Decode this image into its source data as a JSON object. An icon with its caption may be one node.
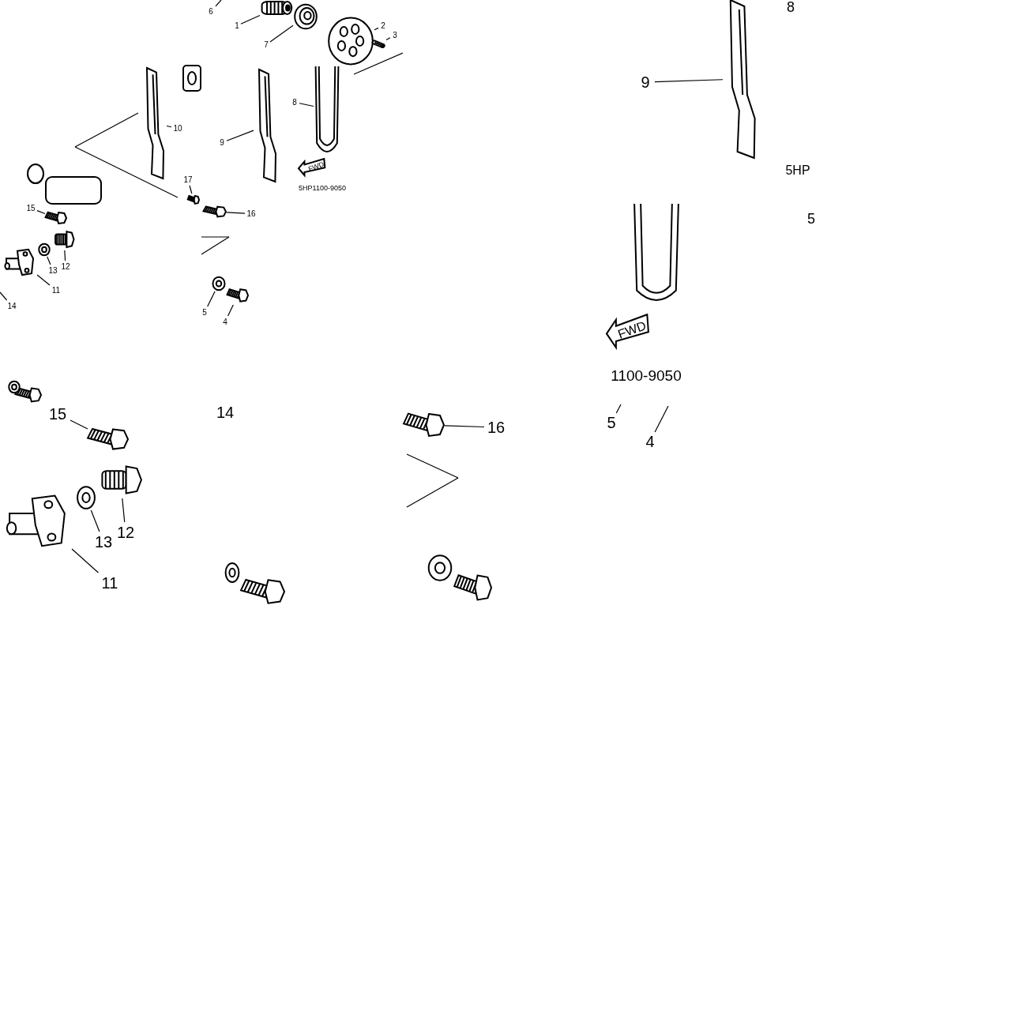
{
  "diagram": {
    "nodes": [
      {
        "text": [
          "6"
        ]
      },
      {
        "text": [
          "1"
        ]
      },
      {
        "text": [],
        "shape": "picture"
      },
      {
        "text": [
          "7"
        ]
      },
      {
        "text": [],
        "shape": "picture"
      },
      {
        "text": [
          "2"
        ]
      },
      {
        "text": [],
        "shape": "picture"
      },
      {
        "text": [
          "3"
        ]
      },
      {
        "text": [],
        "shape": "picture"
      },
      {
        "text": [
          "8"
        ]
      },
      {
        "text": [],
        "shape": "picture"
      },
      {
        "text": [
          "9"
        ]
      },
      {
        "text": [],
        "shape": "picture"
      },
      {
        "text": [
          "10"
        ]
      },
      {
        "text": [],
        "shape": "picture"
      },
      {
        "text": [
          "17"
        ]
      },
      {
        "text": [],
        "shape": "picture"
      },
      {
        "text": [
          "16"
        ]
      },
      {
        "text": [],
        "shape": "picture"
      },
      {
        "text": [
          "FWD"
        ]
      },
      {
        "text": [
          "15"
        ]
      },
      {
        "text": [],
        "shape": "picture"
      },
      {
        "text": [
          "12"
        ]
      },
      {
        "text": [],
        "shape": "picture"
      },
      {
        "text": [
          "13"
        ]
      },
      {
        "text": [],
        "shape": "picture"
      },
      {
        "text": [
          "11"
        ]
      },
      {
        "text": [],
        "shape": "picture"
      },
      {
        "text": [
          "14"
        ]
      },
      {
        "text": [
          "5"
        ]
      },
      {
        "text": [],
        "shape": "picture"
      },
      {
        "text": [
          "4"
        ]
      },
      {
        "text": [],
        "shape": "picture"
      },
      {
        "text": [
          "9"
        ]
      },
      {
        "text": [],
        "shape": "picture"
      },
      {
        "text": [
          "FWD"
        ]
      },
      {
        "text": [
          "5"
        ]
      },
      {
        "text": [
          "4"
        ]
      },
      {
        "text": [
          "16"
        ]
      },
      {
        "text": [],
        "shape": "picture"
      },
      {
        "text": [
          "15"
        ]
      },
      {
        "text": [],
        "shape": "picture"
      },
      {
        "text": [
          "12"
        ]
      },
      {
        "text": [],
        "shape": "picture"
      },
      {
        "text": [
          "13"
        ]
      },
      {
        "text": [],
        "shape": "picture"
      },
      {
        "text": [
          "11"
        ]
      },
      {
        "text": [],
        "shape": "picture"
      }
    ],
    "edges": [
      {
        "from": 0,
        "to": null,
        "arrow": "none"
      },
      {
        "from": 1,
        "to": 2,
        "arrow": "none"
      },
      {
        "from": 3,
        "to": 4,
        "arrow": "none"
      },
      {
        "from": 5,
        "to": 6,
        "arrow": "none"
      },
      {
        "from": 7,
        "to": 8,
        "arrow": "none"
      },
      {
        "from": 9,
        "to": 10,
        "arrow": "none"
      },
      {
        "from": 11,
        "to": 12,
        "arrow": "none"
      },
      {
        "from": 13,
        "to": 14,
        "arrow": "none"
      },
      {
        "from": 15,
        "to": 16,
        "arrow": "none"
      },
      {
        "from": 17,
        "to": 18,
        "arrow": "none"
      },
      {
        "from": 20,
        "to": 21,
        "arrow": "none"
      },
      {
        "from": 22,
        "to": 23,
        "arrow": "none"
      },
      {
        "from": 24,
        "to": 25,
        "arrow": "none"
      },
      {
        "from": 26,
        "to": 27,
        "arrow": "none"
      },
      {
        "from": 28,
        "to": null,
        "arrow": "none"
      },
      {
        "from": 29,
        "to": 30,
        "arrow": "none"
      },
      {
        "from": 31,
        "to": 32,
        "arrow": "none"
      },
      {
        "from": 33,
        "to": 34,
        "arrow": "none"
      },
      {
        "from": 36,
        "to": null,
        "arrow": "none"
      },
      {
        "from": 37,
        "to": null,
        "arrow": "none"
      },
      {
        "from": 38,
        "to": 39,
        "arrow": "none"
      },
      {
        "from": 40,
        "to": 41,
        "arrow": "none"
      },
      {
        "from": 42,
        "to": 43,
        "arrow": "none"
      },
      {
        "from": 44,
        "to": 45,
        "arrow": "none"
      },
      {
        "from": 46,
        "to": 47,
        "arrow": "none"
      }
    ],
    "labels": [
      "5HP1100-9050",
      "8",
      "5HP",
      "5",
      "1100-9050",
      "14"
    ]
  }
}
